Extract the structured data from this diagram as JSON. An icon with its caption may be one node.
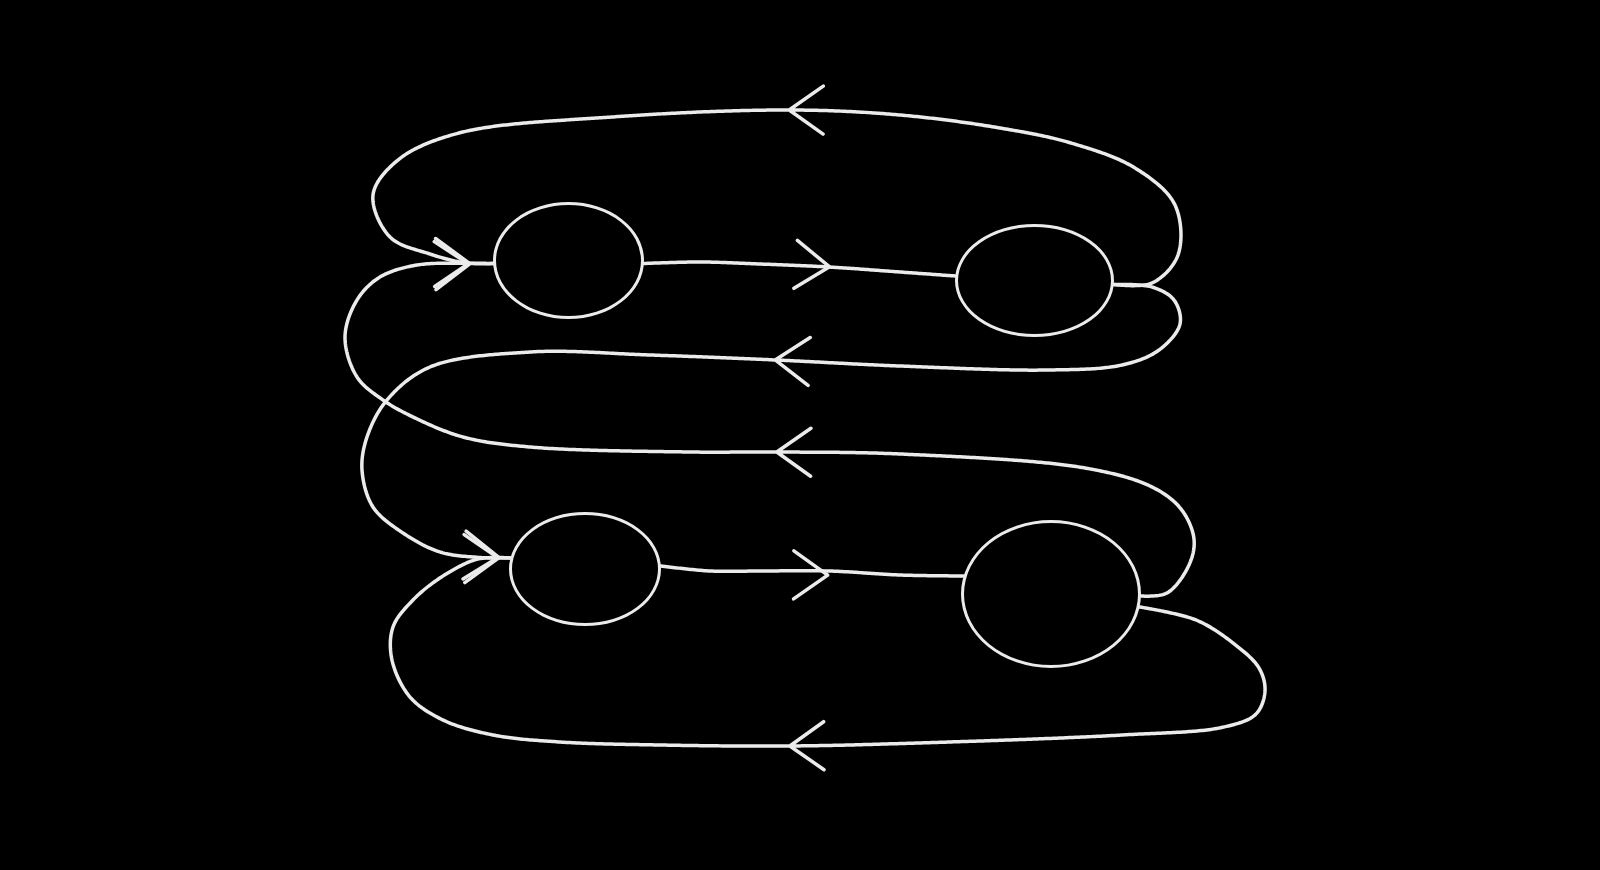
{
  "diagram": {
    "nodes": [
      {
        "text": [],
        "shape": "circle"
      },
      {
        "text": [],
        "shape": "circle"
      },
      {
        "text": [],
        "shape": "circle"
      },
      {
        "text": [],
        "shape": "circle"
      }
    ],
    "edges": [
      {
        "from": 0,
        "to": 1,
        "arrow": "to"
      },
      {
        "from": 1,
        "to": 0,
        "arrow": "to"
      },
      {
        "from": 1,
        "to": 2,
        "arrow": "to"
      },
      {
        "from": 3,
        "to": 0,
        "arrow": "to"
      },
      {
        "from": 2,
        "to": 3,
        "arrow": "to"
      },
      {
        "from": 3,
        "to": 2,
        "arrow": "to"
      }
    ]
  }
}
